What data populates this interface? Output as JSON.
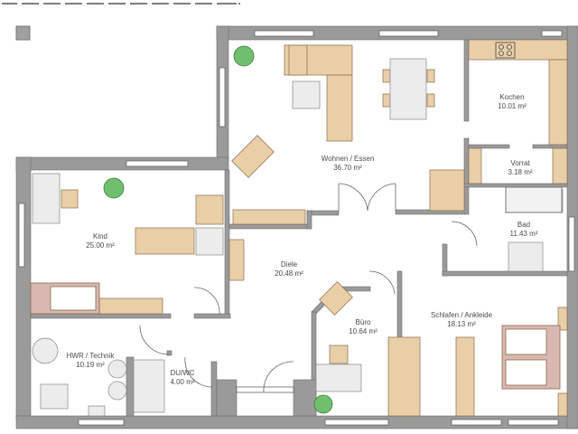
{
  "plan": {
    "type": "floor plan",
    "scale_bar_segments": 11,
    "area_unit": "m²"
  },
  "colors": {
    "wall": "#9a9a9a",
    "wall_dark": "#7a7a7a",
    "furniture": "#e8cfa8",
    "furniture_stroke": "#8a6a4a",
    "plant": "#6fbf6f",
    "fixture": "#e6e6e6",
    "bed_cover": "#d8b8b0"
  },
  "rooms": [
    {
      "id": "wohnen",
      "name": "Wohnen / Essen",
      "area": "36.70 m²"
    },
    {
      "id": "kochen",
      "name": "Kochen",
      "area": "10.01 m²"
    },
    {
      "id": "vorrat",
      "name": "Vorrat",
      "area": "3.18 m²"
    },
    {
      "id": "kind",
      "name": "Kind",
      "area": "25.00 m²"
    },
    {
      "id": "diele",
      "name": "Diele",
      "area": "20.48 m²"
    },
    {
      "id": "bad",
      "name": "Bad",
      "area": "11.43 m²"
    },
    {
      "id": "buero",
      "name": "Büro",
      "area": "10.64 m²"
    },
    {
      "id": "schlafen",
      "name": "Schlafen / Ankleide",
      "area": "18.13 m²"
    },
    {
      "id": "hwr",
      "name": "HWR / Technik",
      "area": "10.19 m²"
    },
    {
      "id": "duwc",
      "name": "DU/WC",
      "area": "4.00 m²"
    }
  ]
}
